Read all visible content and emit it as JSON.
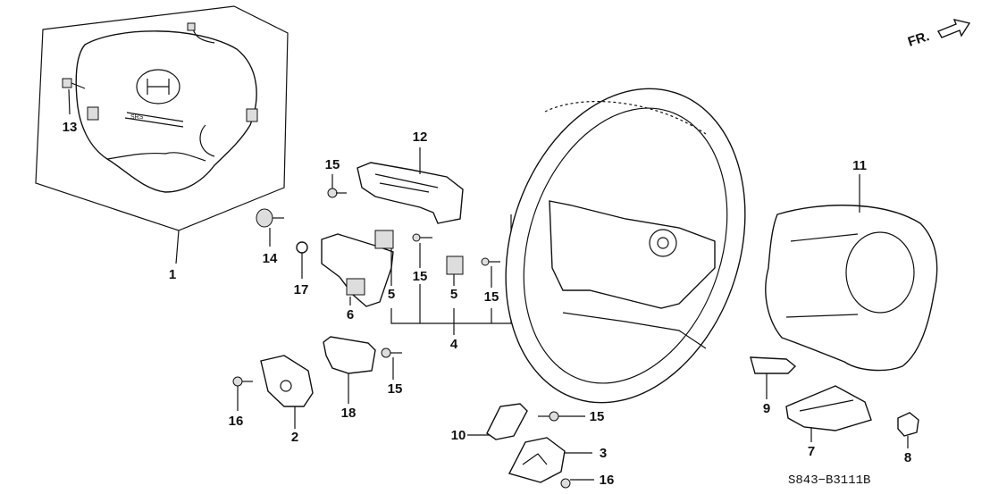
{
  "diagram": {
    "code": "S843−B3111B",
    "direction_label": "FR.",
    "callouts": {
      "c1": "1",
      "c2": "2",
      "c3": "3",
      "c4": "4",
      "c5a": "5",
      "c5b": "5",
      "c6": "6",
      "c7": "7",
      "c8": "8",
      "c9": "9",
      "c10": "10",
      "c11": "11",
      "c12": "12",
      "c13": "13",
      "c14": "14",
      "c15a": "15",
      "c15b": "15",
      "c15c": "15",
      "c15d": "15",
      "c15e": "15",
      "c16a": "16",
      "c16b": "16",
      "c17": "17",
      "c18": "18"
    }
  }
}
